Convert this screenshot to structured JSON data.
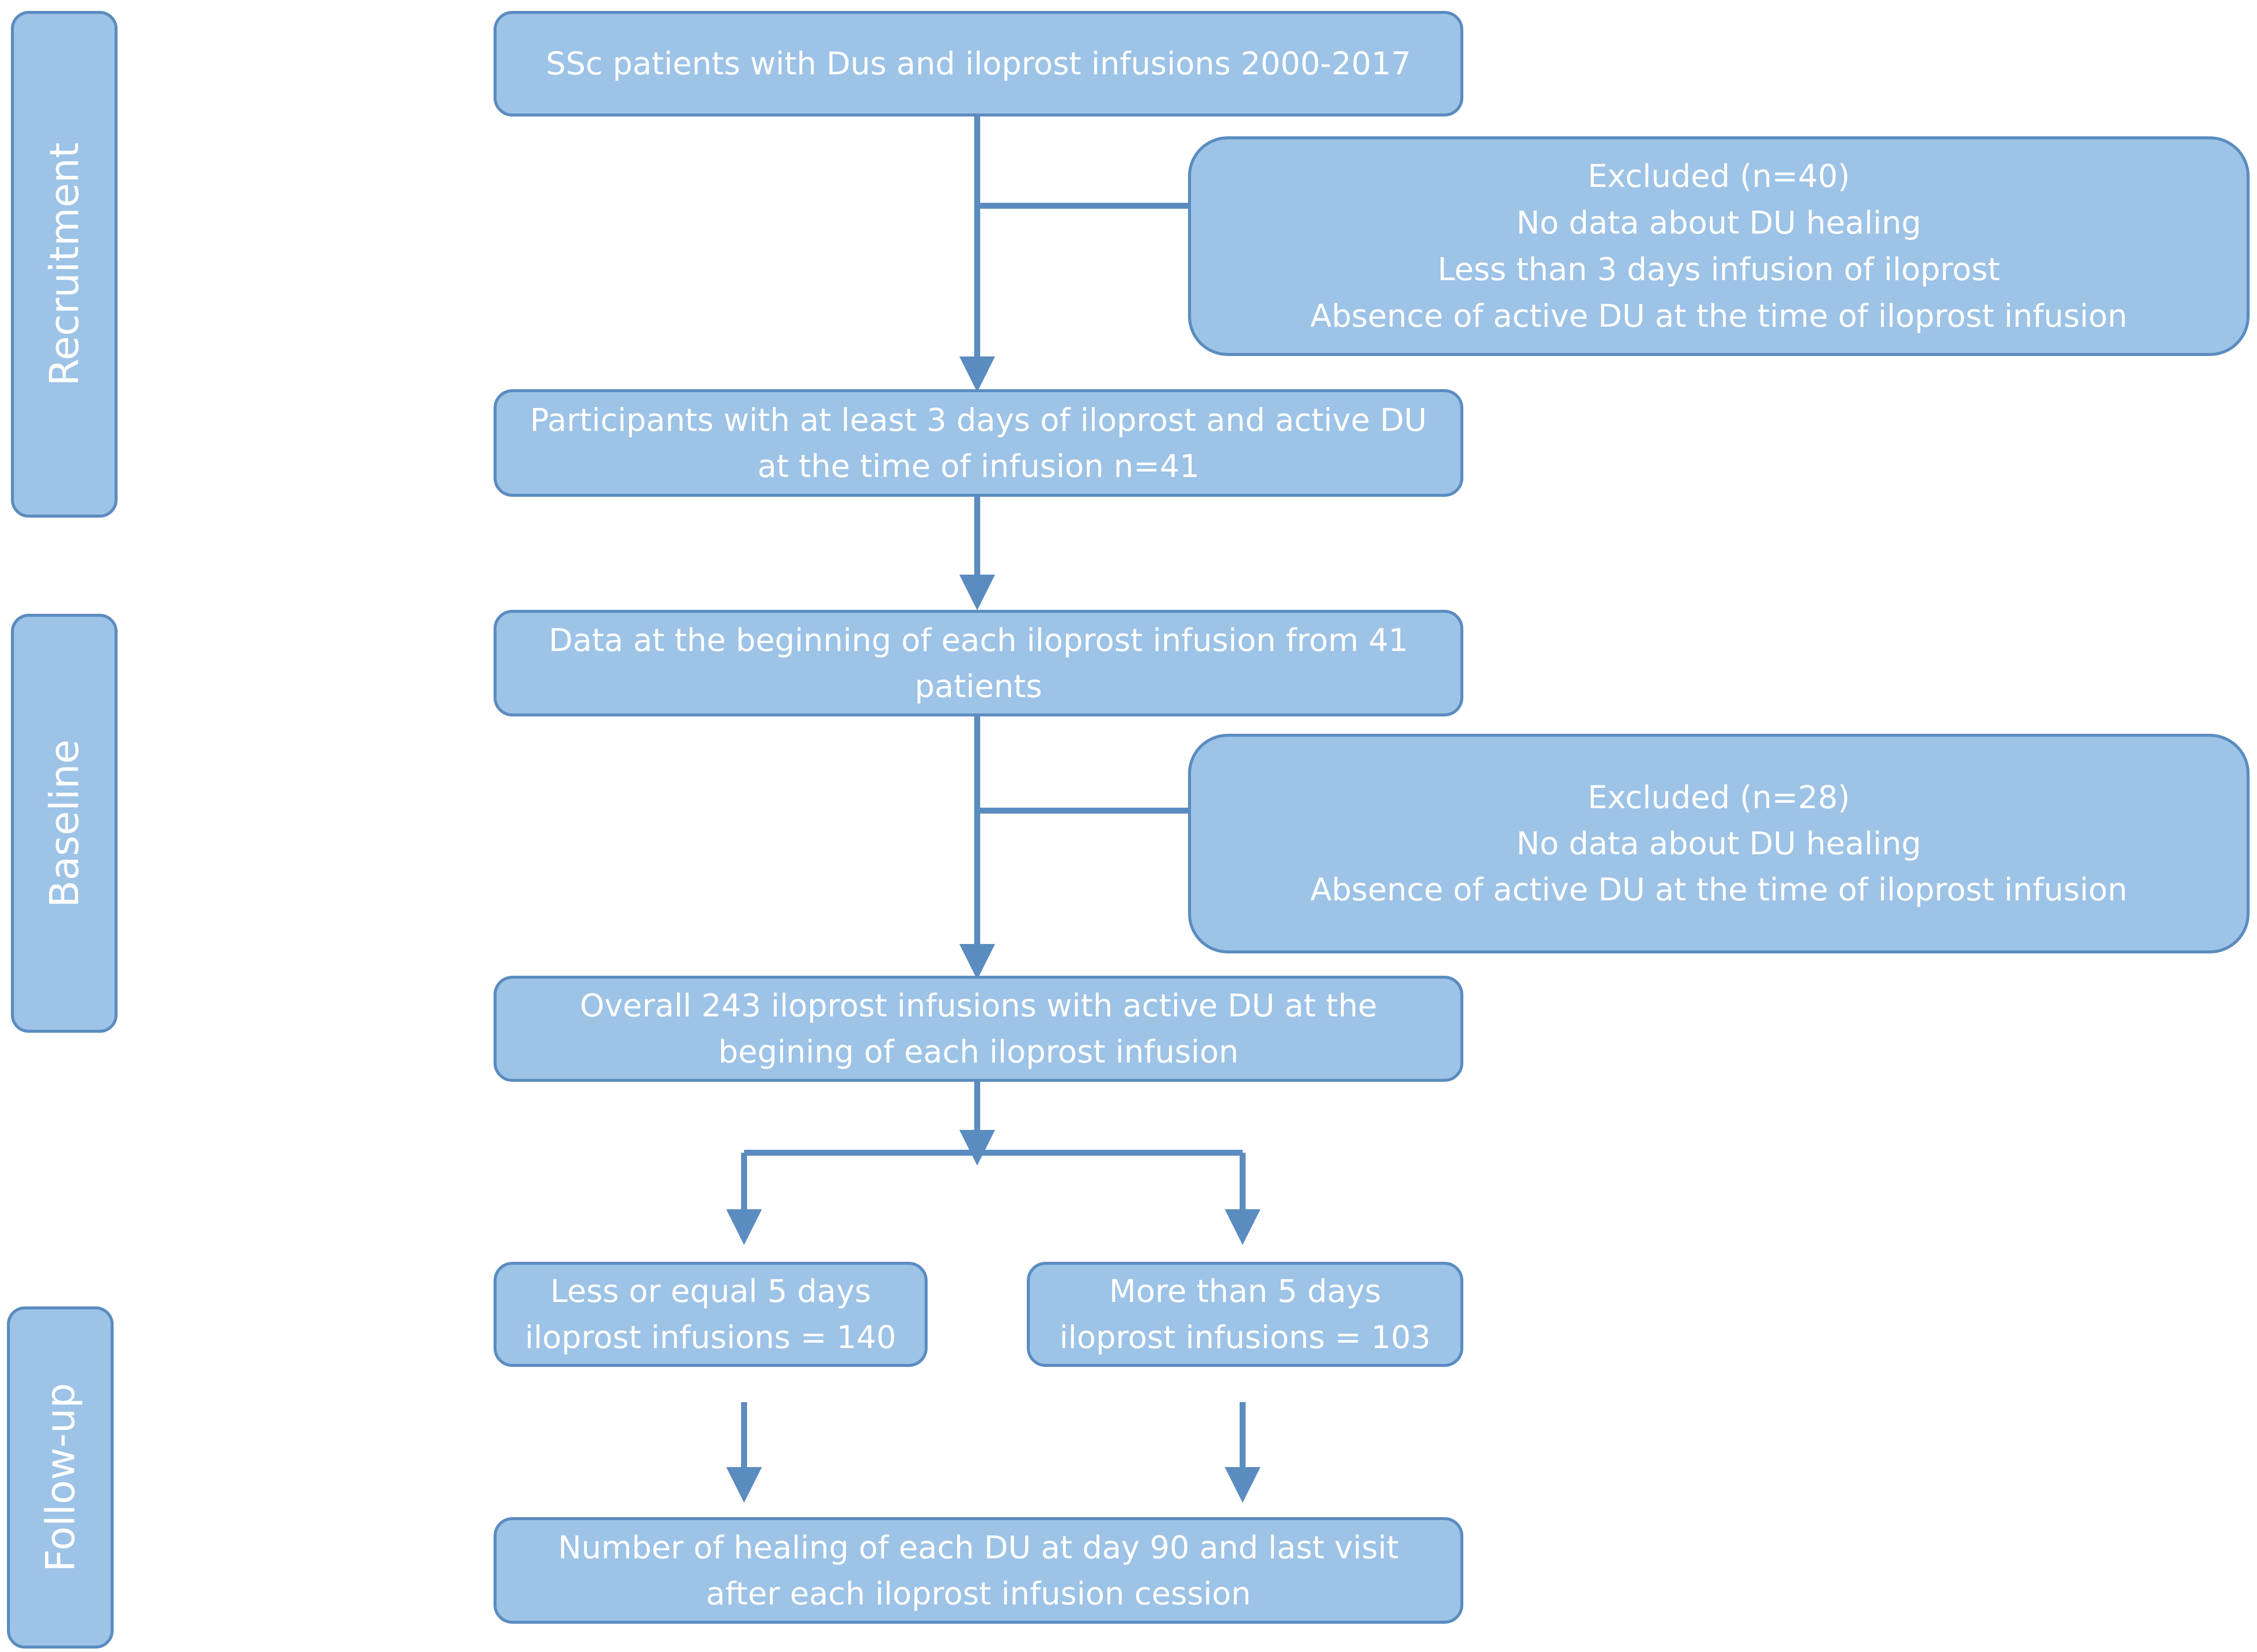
{
  "stages": {
    "recruitment": "Recruitment",
    "baseline": "Baseline",
    "followup": "Follow-up"
  },
  "boxes": {
    "start": {
      "lines": [
        "SSc patients with Dus and iloprost infusions 2000-2017"
      ]
    },
    "excluded1": {
      "lines": [
        "Excluded (n=40)",
        "No data about  DU healing",
        "Less than 3 days infusion of iloprost",
        "Absence of active DU at the time of iloprost infusion"
      ]
    },
    "participants": {
      "lines": [
        "Participants with  at least 3 days of  iloprost and active DU",
        "at the time of infusion n=41"
      ]
    },
    "baseline_data": {
      "lines": [
        "Data at the  beginning of each iloprost infusion from 41",
        "patients"
      ]
    },
    "excluded2": {
      "lines": [
        "Excluded (n=28)",
        "No data about  DU healing",
        "Absence of active DU at the  time of iloprost infusion"
      ]
    },
    "overall": {
      "lines": [
        "Overall 243 iloprost infusions with active DU at the",
        "begining of each iloprost infusion"
      ]
    },
    "less5": {
      "lines": [
        "Less or equal 5 days",
        "iloprost infusions = 140"
      ]
    },
    "more5": {
      "lines": [
        "More than 5 days",
        "iloprost infusions = 103"
      ]
    },
    "outcome": {
      "lines": [
        "Number  of healing of each DU at day 90 and last visit",
        "after each iloprost infusion cession"
      ]
    }
  },
  "colors": {
    "box_fill": "#9dc3e6",
    "box_border": "#5b8cc0",
    "arrow": "#5b8cc0",
    "text": "#ffffff"
  }
}
